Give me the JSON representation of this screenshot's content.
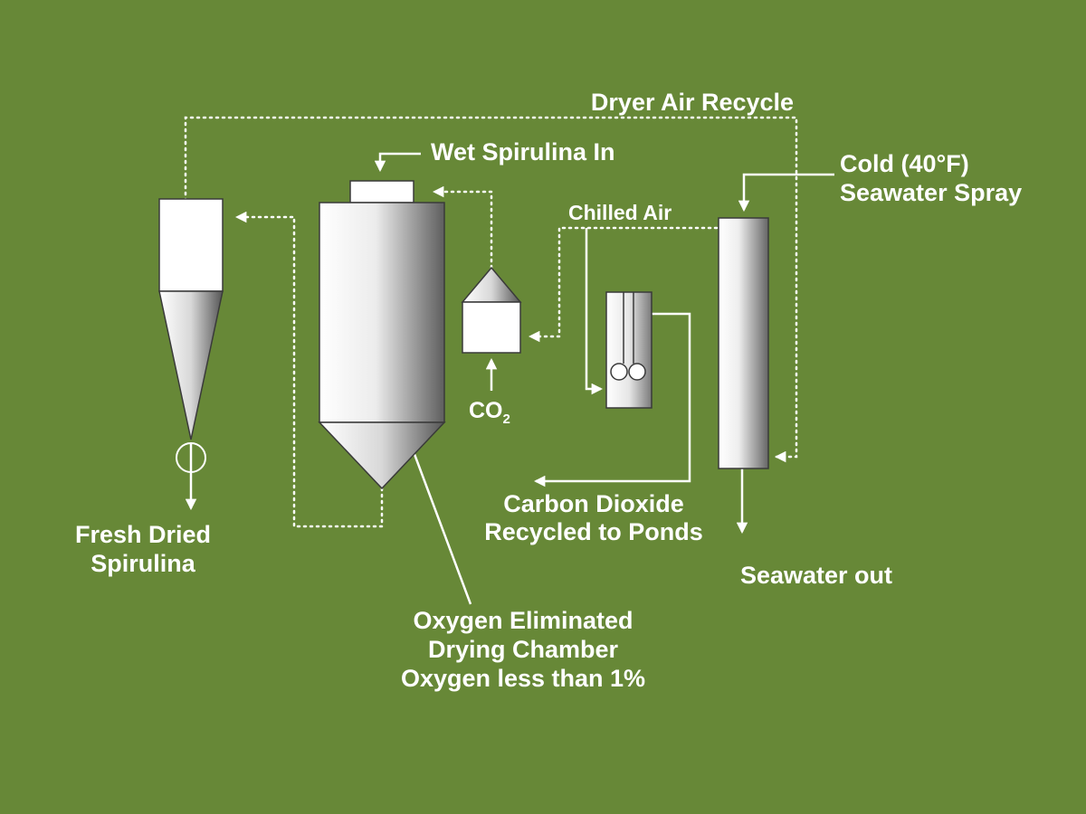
{
  "diagram": {
    "colors": {
      "background": "#678837",
      "line": "#ffffff",
      "equipment_light": "#ffffff",
      "equipment_dark": "#606060"
    },
    "labels": {
      "dryer_air_recycle": "Dryer Air Recycle",
      "wet_spirulina_in": "Wet Spirulina In",
      "cold_seawater_line1": "Cold (40°F)",
      "cold_seawater_line2": "Seawater Spray",
      "chilled_air": "Chilled Air",
      "co2_main": "CO",
      "co2_sub": "2",
      "carbon_dioxide_line1": "Carbon Dioxide",
      "carbon_dioxide_line2": "Recycled to Ponds",
      "fresh_dried_line1": "Fresh Dried",
      "fresh_dried_line2": "Spirulina",
      "seawater_out": "Seawater out",
      "chamber_line1": "Oxygen Eliminated",
      "chamber_line2": "Drying Chamber",
      "chamber_line3": "Oxygen less than 1%"
    },
    "equipment": {
      "cyclone": "cyclone-separator",
      "drying_chamber": "spray-drying-chamber",
      "co2_generator": "co2-generator",
      "scrubber": "co2-scrubber",
      "seawater_tower": "seawater-spray-tower"
    }
  }
}
